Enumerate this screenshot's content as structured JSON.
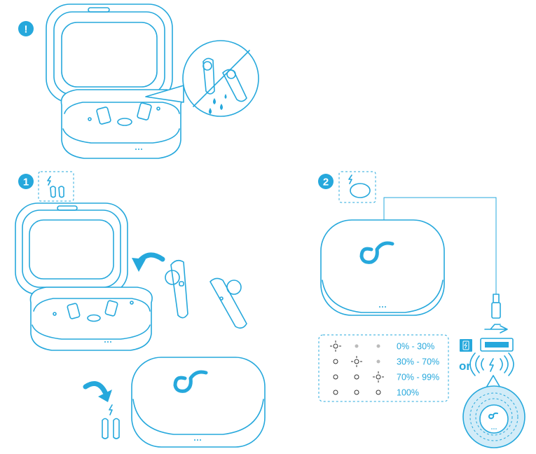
{
  "colors": {
    "accent": "#26a8dc",
    "outline": "#2aa9df",
    "table_border": "#7fcbe9",
    "dot_grey": "#bbbbbb"
  },
  "warning": {
    "badge": "!"
  },
  "step1": {
    "badge": "1",
    "icon": "earbuds-charge-icon"
  },
  "step2": {
    "badge": "2",
    "icon": "case-charge-icon"
  },
  "led_table": {
    "rows": [
      {
        "range": "0% - 30%",
        "leds": [
          "blink",
          "dim",
          "dim"
        ]
      },
      {
        "range": "30% - 70%",
        "leds": [
          "on",
          "blink",
          "dim"
        ]
      },
      {
        "range": "70% - 99%",
        "leds": [
          "on",
          "on",
          "blink"
        ]
      },
      {
        "range": "100%",
        "leds": [
          "on",
          "on",
          "on"
        ]
      }
    ]
  },
  "charging": {
    "or_label": "or",
    "usb_icon": "usb-icon",
    "wireless_icon": "wireless-charging-icon"
  }
}
